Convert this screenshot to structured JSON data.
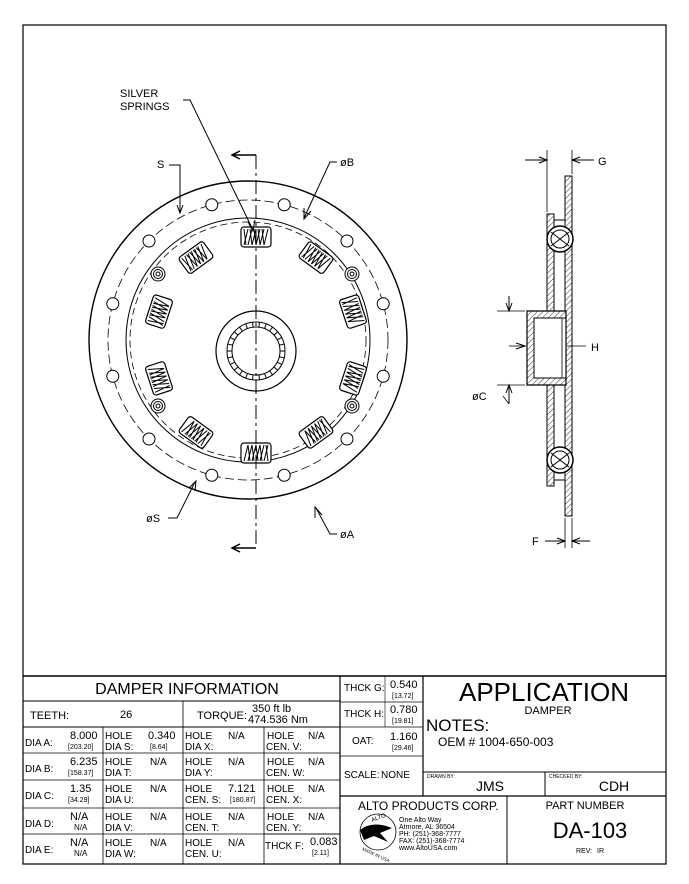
{
  "drawing": {
    "callouts": {
      "silver_springs_line1": "SILVER",
      "silver_springs_line2": "SPRINGS",
      "s": "S",
      "dia_b": "øB",
      "dia_s": "øS",
      "dia_a": "øA",
      "g": "G",
      "h": "H",
      "dia_c": "øC",
      "f": "F"
    }
  },
  "title_block": {
    "damper_info_title": "DAMPER INFORMATION",
    "teeth_label": "TEETH:",
    "teeth_value": "26",
    "torque_label": "TORQUE:",
    "torque_value1": "350 ft lb",
    "torque_value2": "474.536 Nm",
    "rows": [
      {
        "label": "DIA A:",
        "value": "8.000",
        "metric": "[203.20]",
        "c2a": "HOLE",
        "c2b": "DIA S:",
        "c2v": "0.340",
        "c2m": "[8.64]",
        "c3a": "HOLE",
        "c3b": "DIA X:",
        "c3v": "N/A",
        "c4a": "HOLE",
        "c4b": "CEN. V:",
        "c4v": "N/A"
      },
      {
        "label": "DIA B:",
        "value": "6.235",
        "metric": "[158.37]",
        "c2a": "HOLE",
        "c2b": "DIA T:",
        "c2v": "N/A",
        "c2m": "",
        "c3a": "HOLE",
        "c3b": "DIA Y:",
        "c3v": "N/A",
        "c4a": "HOLE",
        "c4b": "CEN. W:",
        "c4v": "N/A"
      },
      {
        "label": "DIA C:",
        "value": "1.35",
        "metric": "[34.29]",
        "c2a": "HOLE",
        "c2b": "DIA U:",
        "c2v": "N/A",
        "c2m": "",
        "c3a": "HOLE",
        "c3b": "CEN. S:",
        "c3v": "7.121",
        "c3m": "[180.87]",
        "c4a": "HOLE",
        "c4b": "CEN. X:",
        "c4v": "N/A"
      },
      {
        "label": "DIA D:",
        "value": "N/A",
        "metric": "N/A",
        "c2a": "HOLE",
        "c2b": "DIA V:",
        "c2v": "N/A",
        "c2m": "",
        "c3a": "HOLE",
        "c3b": "CEN. T:",
        "c3v": "N/A",
        "c4a": "HOLE",
        "c4b": "CEN. Y:",
        "c4v": "N/A"
      },
      {
        "label": "DIA E:",
        "value": "N/A",
        "metric": "N/A",
        "c2a": "HOLE",
        "c2b": "DIA W:",
        "c2v": "N/A",
        "c2m": "",
        "c3a": "HOLE",
        "c3b": "CEN. U:",
        "c3v": "N/A"
      }
    ],
    "thck_g_label": "THCK G:",
    "thck_g_value": "0.540",
    "thck_g_metric": "[13.72]",
    "thck_h_label": "THCK H:",
    "thck_h_value": "0.780",
    "thck_h_metric": "[19.81]",
    "oat_label": "OAT:",
    "oat_value": "1.160",
    "oat_metric": "[29.46]",
    "scale_label": "SCALE:",
    "scale_value": "NONE",
    "thck_f_label": "THCK F:",
    "thck_f_value": "0.083",
    "thck_f_metric": "[2.11]",
    "application_title": "APPLICATION",
    "application_value": "DAMPER",
    "notes_label": "NOTES:",
    "notes_value": "OEM # 1004-650-003",
    "drawn_by_label": "DRAWN BY:",
    "drawn_by_value": "JMS",
    "checked_by_label": "CHECKED BY:",
    "checked_by_value": "CDH",
    "company_name": "ALTO PRODUCTS CORP.",
    "address1": "One Alto Way",
    "address2": "Atmore, AL  36504",
    "phone": "PH:  (251)-368-7777",
    "fax": "FAX:  (251)-368-7774",
    "website": "www.AltoUSA.com",
    "logo_top": "ALTO",
    "logo_bottom": "MADE IN USA",
    "part_number_label": "PART NUMBER",
    "part_number_value": "DA-103",
    "rev_label": "REV:",
    "rev_value": "IR"
  }
}
